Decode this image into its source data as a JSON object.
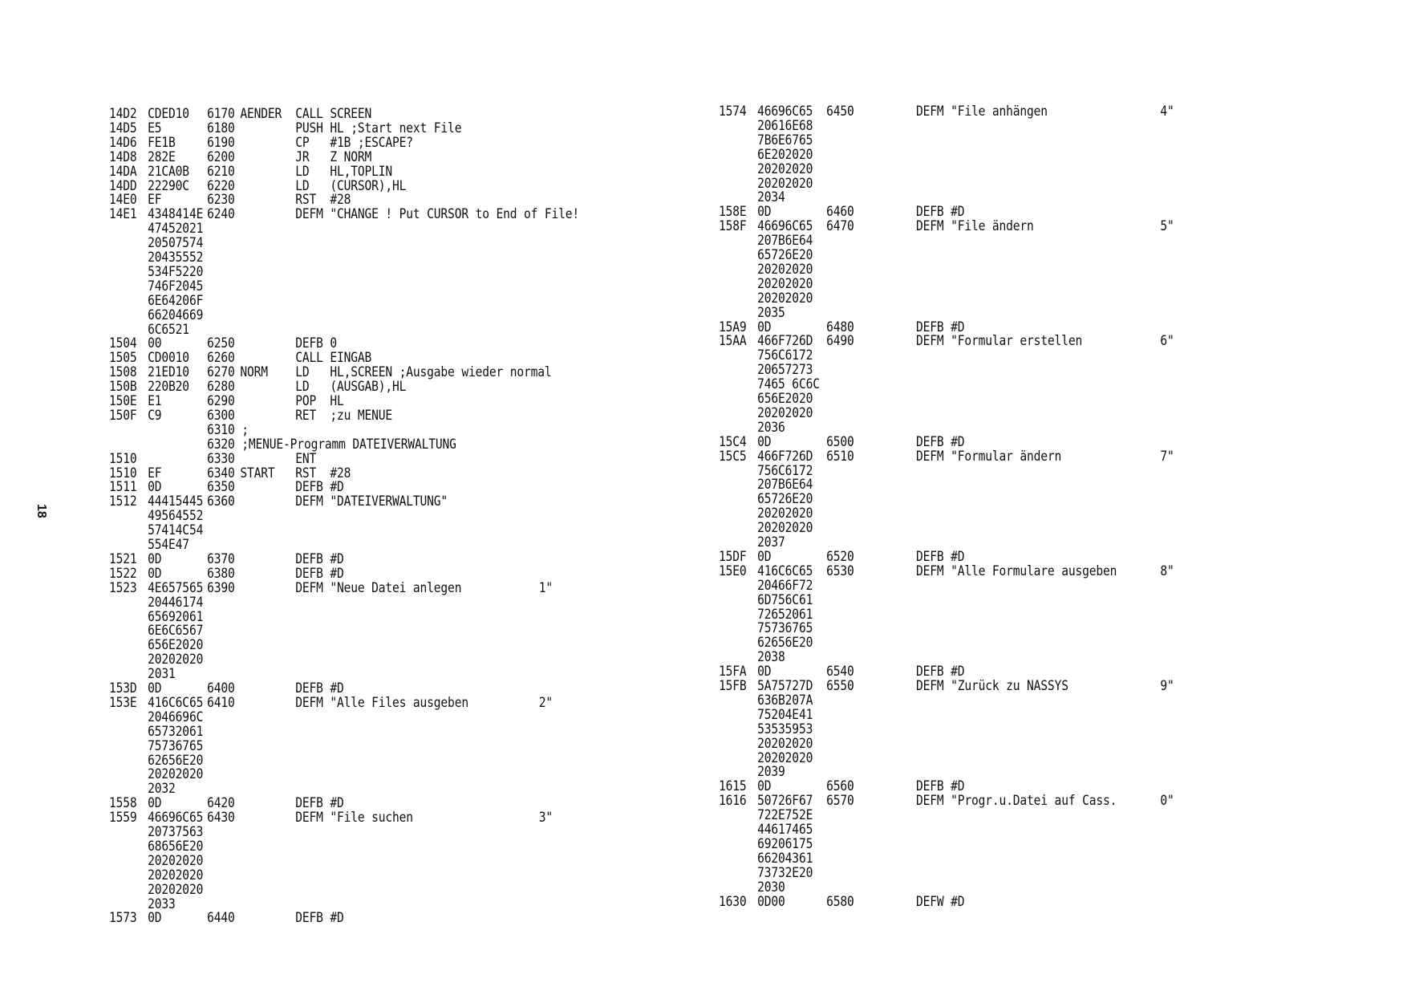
{
  "page_number": "18",
  "left_lines": [
    [
      "14D2",
      "CDED10",
      "6170",
      "AENDER",
      "CALL SCREEN",
      ""
    ],
    [
      "14D5",
      "E5",
      "6180",
      "",
      "PUSH HL ;Start next File",
      ""
    ],
    [
      "14D6",
      "FE1B",
      "6190",
      "",
      "CP   #1B ;ESCAPE?",
      ""
    ],
    [
      "14D8",
      "282E",
      "6200",
      "",
      "JR   Z NORM",
      ""
    ],
    [
      "14DA",
      "21CA0B",
      "6210",
      "",
      "LD   HL,TOPLIN",
      ""
    ],
    [
      "14DD",
      "22290C",
      "6220",
      "",
      "LD   (CURSOR),HL",
      ""
    ],
    [
      "14E0",
      "EF",
      "6230",
      "",
      "RST  #28",
      ""
    ],
    [
      "14E1",
      "4348414E",
      "6240",
      "",
      "DEFM \"CHANGE ! Put CURSOR to End of File!",
      ""
    ],
    [
      "",
      "47452021",
      "",
      "",
      "",
      ""
    ],
    [
      "",
      "20507574",
      "",
      "",
      "",
      ""
    ],
    [
      "",
      "20435552",
      "",
      "",
      "",
      ""
    ],
    [
      "",
      "534F5220",
      "",
      "",
      "",
      ""
    ],
    [
      "",
      "746F2045",
      "",
      "",
      "",
      ""
    ],
    [
      "",
      "6E64206F",
      "",
      "",
      "",
      ""
    ],
    [
      "",
      "66204669",
      "",
      "",
      "",
      ""
    ],
    [
      "",
      "6C6521",
      "",
      "",
      "",
      ""
    ],
    [
      "1504",
      "00",
      "6250",
      "",
      "DEFB 0",
      ""
    ],
    [
      "1505",
      "CD0010",
      "6260",
      "",
      "CALL EINGAB",
      ""
    ],
    [
      "1508",
      "21ED10",
      "6270",
      "NORM",
      "LD   HL,SCREEN ;Ausgabe wieder normal",
      ""
    ],
    [
      "150B",
      "220B20",
      "6280",
      "",
      "LD   (AUSGAB),HL",
      ""
    ],
    [
      "150E",
      "E1",
      "6290",
      "",
      "POP  HL",
      ""
    ],
    [
      "150F",
      "C9",
      "6300",
      "",
      "RET  ;zu MENUE",
      ""
    ],
    [
      "",
      "",
      "6310 ;",
      "",
      "",
      ""
    ],
    [
      "",
      "",
      "6320 ;MENUE-Programm DATEIVERWALTUNG",
      "",
      "",
      ""
    ],
    [
      "1510",
      "",
      "6330",
      "",
      "ENT",
      ""
    ],
    [
      "1510",
      "EF",
      "6340",
      "START",
      "RST  #28",
      ""
    ],
    [
      "1511",
      "0D",
      "6350",
      "",
      "DEFB #D",
      ""
    ],
    [
      "1512",
      "44415445",
      "6360",
      "",
      "DEFM \"DATEIVERWALTUNG\"",
      ""
    ],
    [
      "",
      "49564552",
      "",
      "",
      "",
      ""
    ],
    [
      "",
      "57414C54",
      "",
      "",
      "",
      ""
    ],
    [
      "",
      "554E47",
      "",
      "",
      "",
      ""
    ],
    [
      "1521",
      "0D",
      "6370",
      "",
      "DEFB #D",
      ""
    ],
    [
      "1522",
      "0D",
      "6380",
      "",
      "DEFB #D",
      ""
    ],
    [
      "1523",
      "4E657565",
      "6390",
      "",
      "DEFM \"Neue Datei anlegen",
      "1\""
    ],
    [
      "",
      "20446174",
      "",
      "",
      "",
      ""
    ],
    [
      "",
      "65692061",
      "",
      "",
      "",
      ""
    ],
    [
      "",
      "6E6C6567",
      "",
      "",
      "",
      ""
    ],
    [
      "",
      "656E2020",
      "",
      "",
      "",
      ""
    ],
    [
      "",
      "20202020",
      "",
      "",
      "",
      ""
    ],
    [
      "",
      "2031",
      "",
      "",
      "",
      ""
    ],
    [
      "153D",
      "0D",
      "6400",
      "",
      "DEFB #D",
      ""
    ],
    [
      "153E",
      "416C6C65",
      "6410",
      "",
      "DEFM \"Alle Files ausgeben",
      "2\""
    ],
    [
      "",
      "2046696C",
      "",
      "",
      "",
      ""
    ],
    [
      "",
      "65732061",
      "",
      "",
      "",
      ""
    ],
    [
      "",
      "75736765",
      "",
      "",
      "",
      ""
    ],
    [
      "",
      "62656E20",
      "",
      "",
      "",
      ""
    ],
    [
      "",
      "20202020",
      "",
      "",
      "",
      ""
    ],
    [
      "",
      "2032",
      "",
      "",
      "",
      ""
    ],
    [
      "1558",
      "0D",
      "6420",
      "",
      "DEFB #D",
      ""
    ],
    [
      "1559",
      "46696C65",
      "6430",
      "",
      "DEFM \"File suchen",
      "3\""
    ],
    [
      "",
      "20737563",
      "",
      "",
      "",
      ""
    ],
    [
      "",
      "68656E20",
      "",
      "",
      "",
      ""
    ],
    [
      "",
      "20202020",
      "",
      "",
      "",
      ""
    ],
    [
      "",
      "20202020",
      "",
      "",
      "",
      ""
    ],
    [
      "",
      "20202020",
      "",
      "",
      "",
      ""
    ],
    [
      "",
      "2033",
      "",
      "",
      "",
      ""
    ],
    [
      "1573",
      "0D",
      "6440",
      "",
      "DEFB #D",
      ""
    ]
  ],
  "right_lines": [
    [
      "1574",
      "46696C65",
      "6450",
      "",
      "DEFM \"File anhängen",
      "4\""
    ],
    [
      "",
      "20616E68",
      "",
      "",
      "",
      ""
    ],
    [
      "",
      "7B6E6765",
      "",
      "",
      "",
      ""
    ],
    [
      "",
      "6E202020",
      "",
      "",
      "",
      ""
    ],
    [
      "",
      "20202020",
      "",
      "",
      "",
      ""
    ],
    [
      "",
      "20202020",
      "",
      "",
      "",
      ""
    ],
    [
      "",
      "2034",
      "",
      "",
      "",
      ""
    ],
    [
      "158E",
      "0D",
      "6460",
      "",
      "DEFB #D",
      ""
    ],
    [
      "158F",
      "46696C65",
      "6470",
      "",
      "DEFM \"File ändern",
      "5\""
    ],
    [
      "",
      "207B6E64",
      "",
      "",
      "",
      ""
    ],
    [
      "",
      "65726E20",
      "",
      "",
      "",
      ""
    ],
    [
      "",
      "20202020",
      "",
      "",
      "",
      ""
    ],
    [
      "",
      "20202020",
      "",
      "",
      "",
      ""
    ],
    [
      "",
      "20202020",
      "",
      "",
      "",
      ""
    ],
    [
      "",
      "2035",
      "",
      "",
      "",
      ""
    ],
    [
      "15A9",
      "0D",
      "6480",
      "",
      "DEFB #D",
      ""
    ],
    [
      "15AA",
      "466F726D",
      "6490",
      "",
      "DEFM \"Formular erstellen",
      "6\""
    ],
    [
      "",
      "756C6172",
      "",
      "",
      "",
      ""
    ],
    [
      "",
      "20657273",
      "",
      "",
      "",
      ""
    ],
    [
      "",
      "7465 6C6C",
      "",
      "",
      "",
      ""
    ],
    [
      "",
      "656E2020",
      "",
      "",
      "",
      ""
    ],
    [
      "",
      "20202020",
      "",
      "",
      "",
      ""
    ],
    [
      "",
      "2036",
      "",
      "",
      "",
      ""
    ],
    [
      "15C4",
      "0D",
      "6500",
      "",
      "DEFB #D",
      ""
    ],
    [
      "15C5",
      "466F726D",
      "6510",
      "",
      "DEFM \"Formular ändern",
      "7\""
    ],
    [
      "",
      "756C6172",
      "",
      "",
      "",
      ""
    ],
    [
      "",
      "207B6E64",
      "",
      "",
      "",
      ""
    ],
    [
      "",
      "65726E20",
      "",
      "",
      "",
      ""
    ],
    [
      "",
      "20202020",
      "",
      "",
      "",
      ""
    ],
    [
      "",
      "20202020",
      "",
      "",
      "",
      ""
    ],
    [
      "",
      "2037",
      "",
      "",
      "",
      ""
    ],
    [
      "15DF",
      "0D",
      "6520",
      "",
      "DEFB #D",
      ""
    ],
    [
      "15E0",
      "416C6C65",
      "6530",
      "",
      "DEFM \"Alle Formulare ausgeben",
      "8\""
    ],
    [
      "",
      "20466F72",
      "",
      "",
      "",
      ""
    ],
    [
      "",
      "6D756C61",
      "",
      "",
      "",
      ""
    ],
    [
      "",
      "72652061",
      "",
      "",
      "",
      ""
    ],
    [
      "",
      "75736765",
      "",
      "",
      "",
      ""
    ],
    [
      "",
      "62656E20",
      "",
      "",
      "",
      ""
    ],
    [
      "",
      "2038",
      "",
      "",
      "",
      ""
    ],
    [
      "15FA",
      "0D",
      "6540",
      "",
      "DEFB #D",
      ""
    ],
    [
      "15FB",
      "5A75727D",
      "6550",
      "",
      "DEFM \"Zurück zu NASSYS",
      "9\""
    ],
    [
      "",
      "636B207A",
      "",
      "",
      "",
      ""
    ],
    [
      "",
      "75204E41",
      "",
      "",
      "",
      ""
    ],
    [
      "",
      "53535953",
      "",
      "",
      "",
      ""
    ],
    [
      "",
      "20202020",
      "",
      "",
      "",
      ""
    ],
    [
      "",
      "20202020",
      "",
      "",
      "",
      ""
    ],
    [
      "",
      "2039",
      "",
      "",
      "",
      ""
    ],
    [
      "1615",
      "0D",
      "6560",
      "",
      "DEFB #D",
      ""
    ],
    [
      "1616",
      "50726F67",
      "6570",
      "",
      "DEFM \"Progr.u.Datei auf Cass.",
      "0\""
    ],
    [
      "",
      "722E752E",
      "",
      "",
      "",
      ""
    ],
    [
      "",
      "44617465",
      "",
      "",
      "",
      ""
    ],
    [
      "",
      "69206175",
      "",
      "",
      "",
      ""
    ],
    [
      "",
      "66204361",
      "",
      "",
      "",
      ""
    ],
    [
      "",
      "73732E20",
      "",
      "",
      "",
      ""
    ],
    [
      "",
      "2030",
      "",
      "",
      "",
      ""
    ],
    [
      "1630",
      "0D00",
      "6580",
      "",
      "DEFW #D",
      ""
    ]
  ]
}
